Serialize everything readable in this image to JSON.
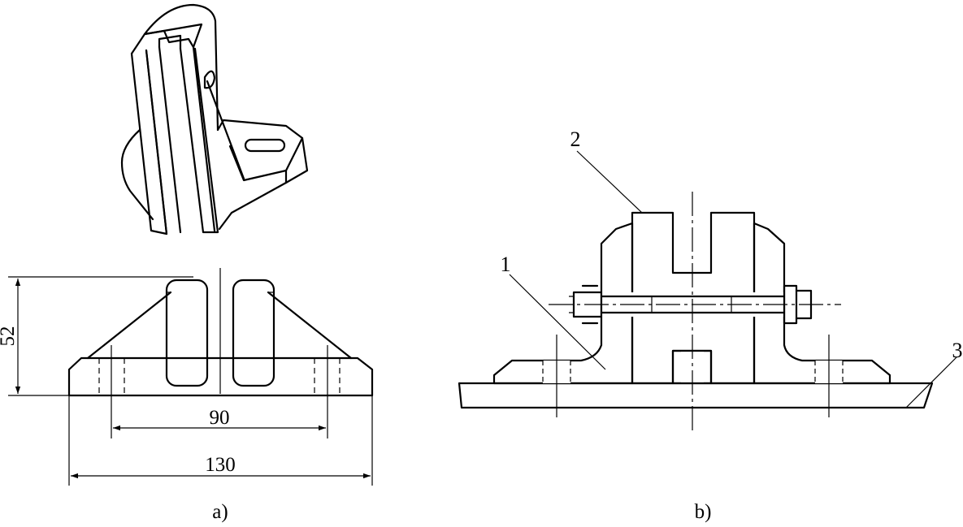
{
  "view_a": {
    "caption": "a)",
    "dimensions": {
      "height": "52",
      "hole_spacing": "90",
      "overall_width": "130"
    }
  },
  "view_b": {
    "caption": "b)",
    "callouts": {
      "part_1": "1",
      "part_2": "2",
      "part_3": "3"
    }
  },
  "colors": {
    "line": "#000000",
    "background": "#ffffff"
  }
}
